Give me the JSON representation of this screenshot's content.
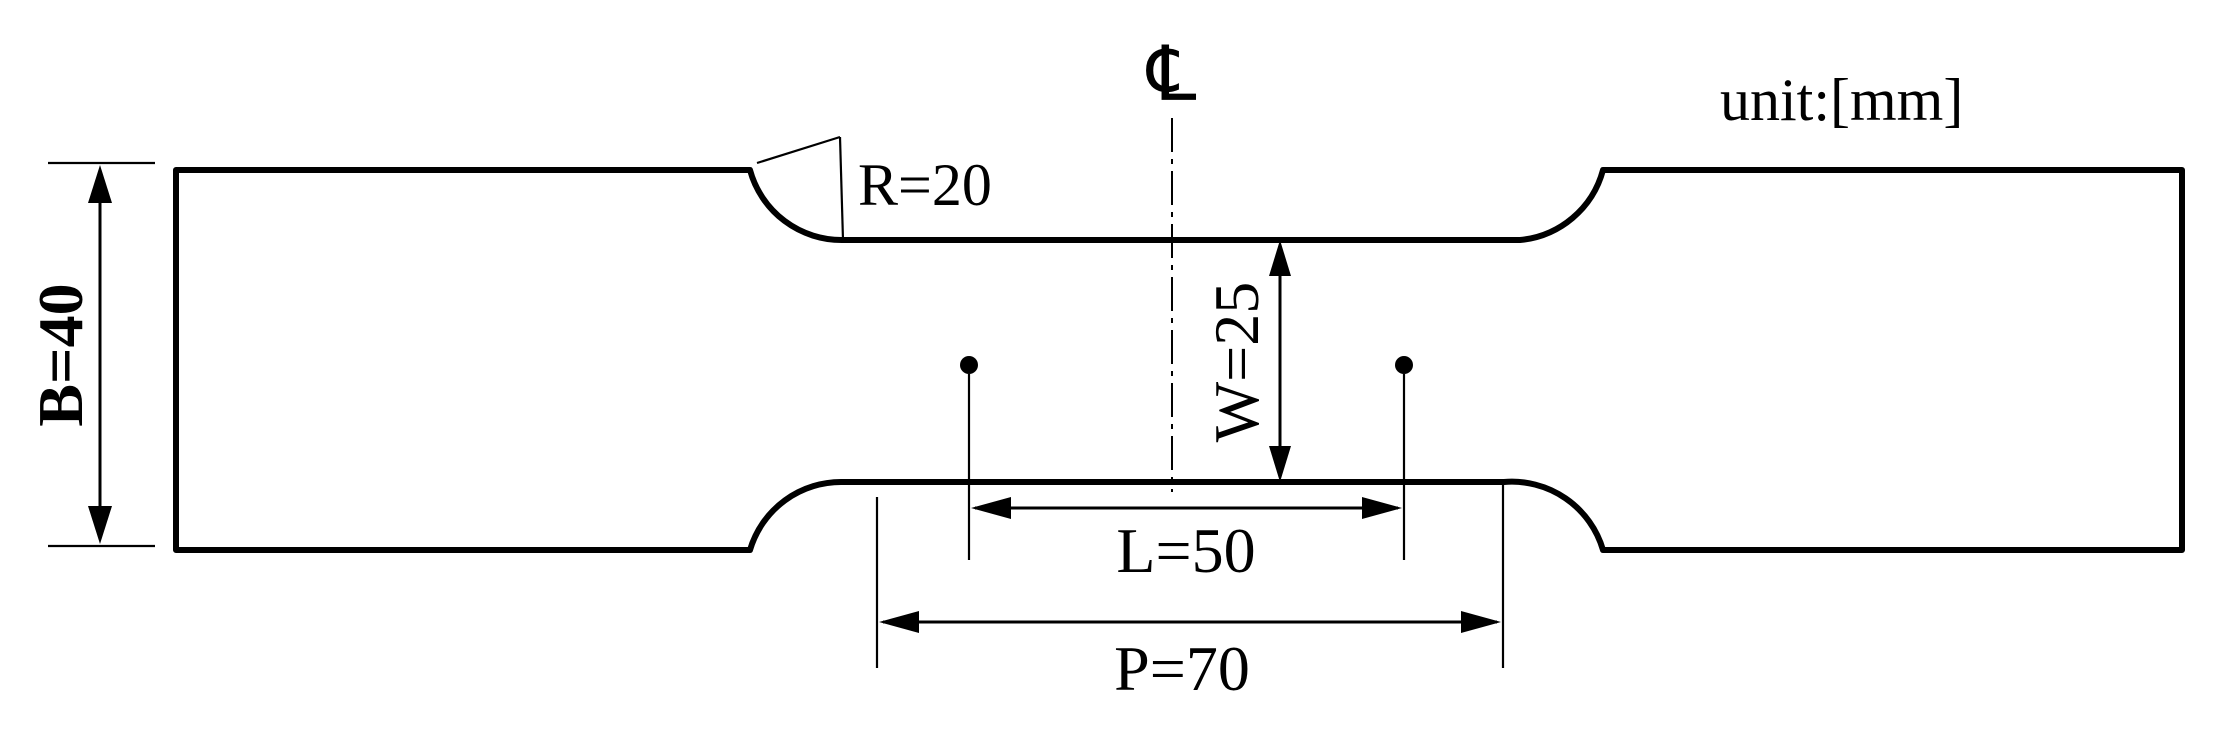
{
  "unit_note": "unit:[mm]",
  "centerline_symbol": "℄",
  "dimensions": {
    "B": "B=40",
    "W": "W=25",
    "R": "R=20",
    "L": "L=50",
    "P": "P=70"
  }
}
